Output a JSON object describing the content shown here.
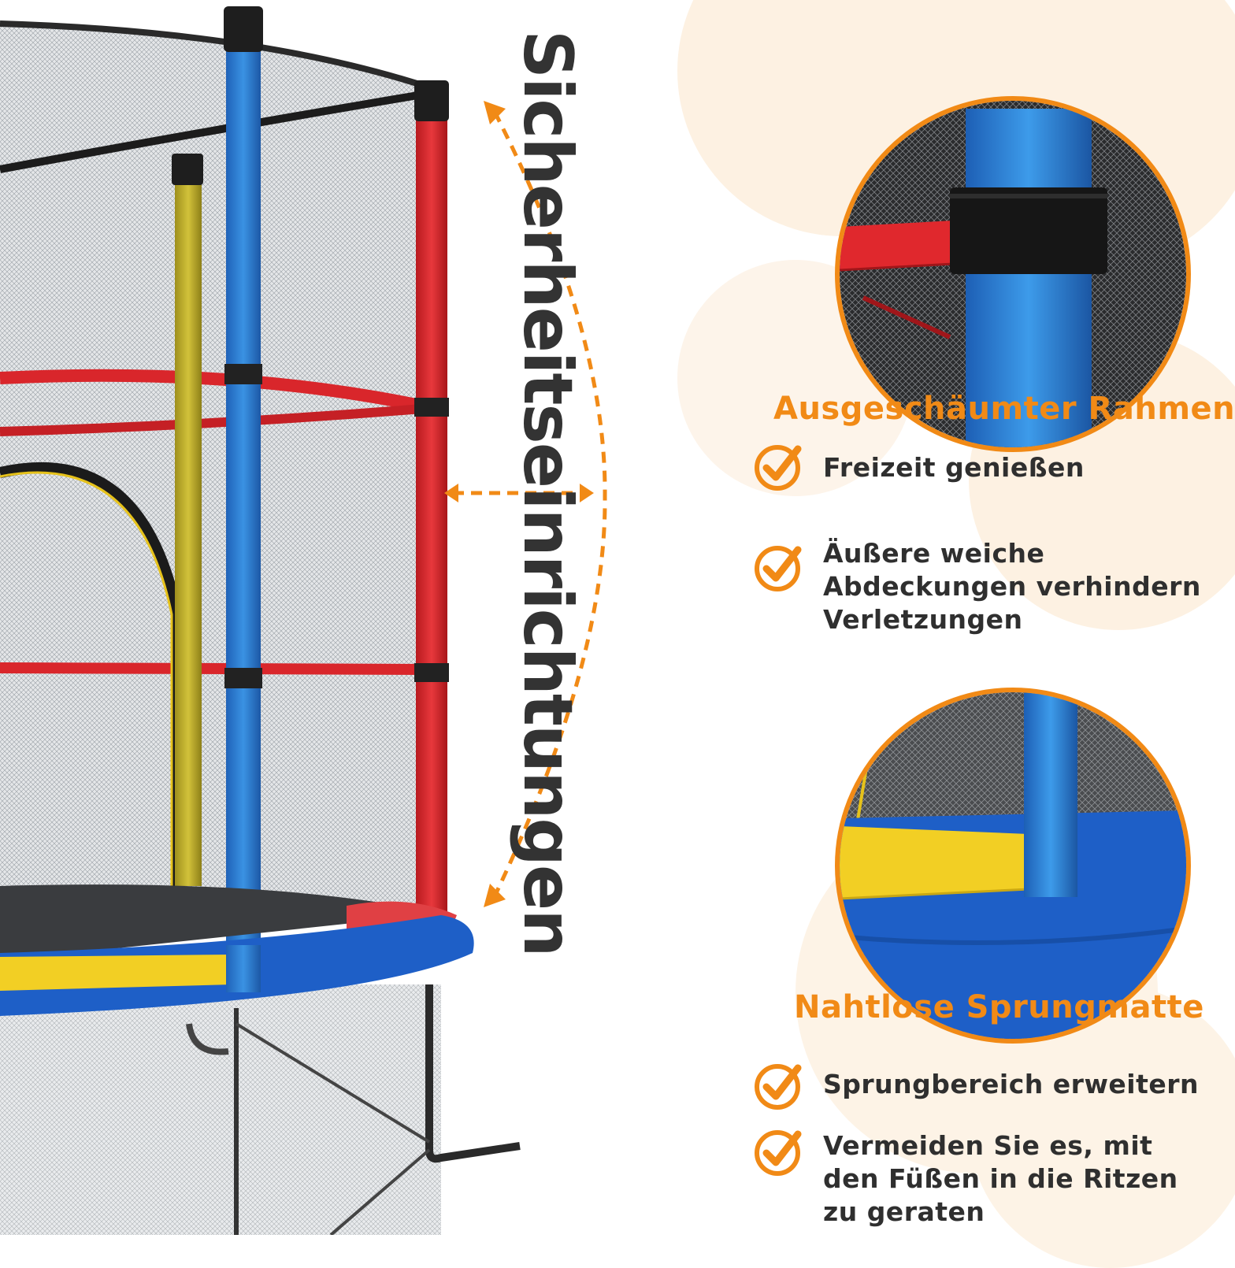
{
  "title": "Sicherheitseinrichtungen",
  "sections": [
    {
      "heading": "Ausgeschäumter Rahmen",
      "items": [
        {
          "text": "Freizeit genießen"
        },
        {
          "text": "Äußere weiche Abdeckungen verhindern Verletzungen"
        }
      ]
    },
    {
      "heading": "Nahtlose Sprungmatte",
      "items": [
        {
          "text": "Sprungbereich erweitern"
        },
        {
          "text": "Vermeiden Sie es, mit den Füßen in die Ritzen zu geraten"
        }
      ]
    }
  ],
  "colors": {
    "accent": "#f18a16",
    "text": "#2f2f2f",
    "pole_blue": "#2e7fd0",
    "pole_red": "#d9262b",
    "pole_yellow": "#c9b72c",
    "pad_blue": "#1e5fc7",
    "pad_yellow": "#f2cf24"
  },
  "icons": [
    "check-circle-icon",
    "double-arrow-icon",
    "curved-arrow-icon"
  ]
}
